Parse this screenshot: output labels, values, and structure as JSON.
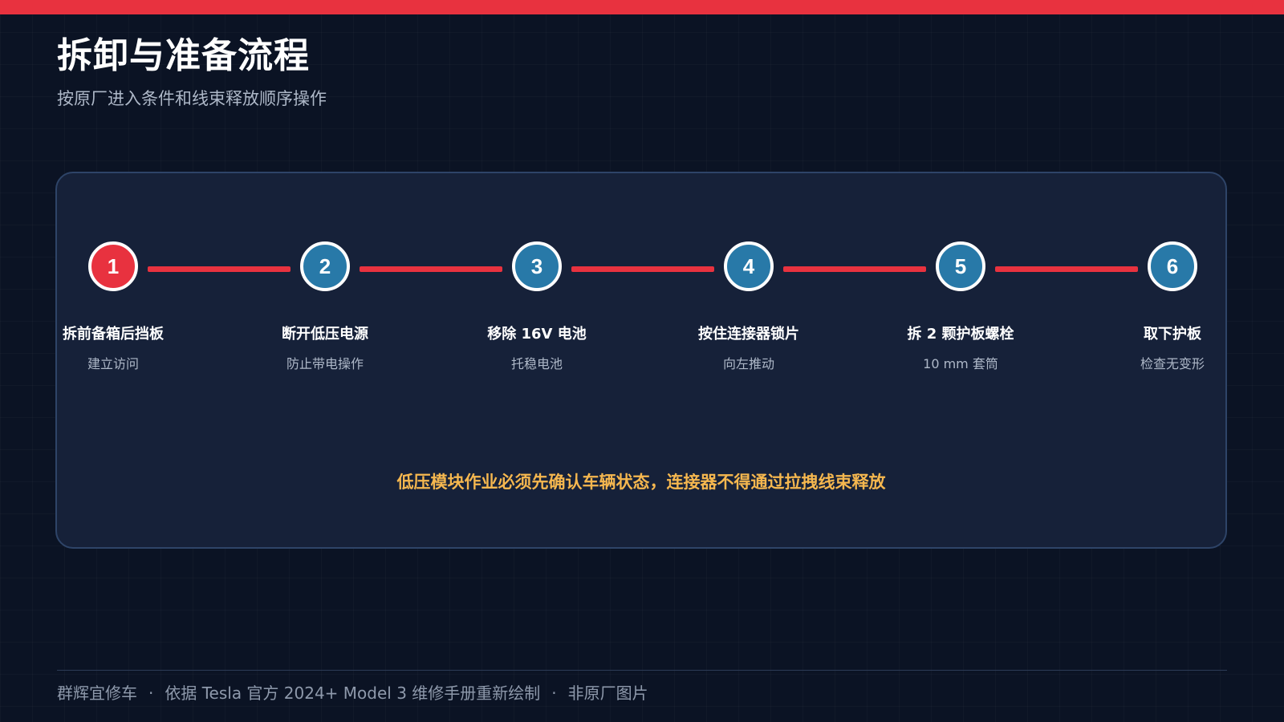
{
  "colors": {
    "accent": "#e8323f",
    "step_blue": "#2879a8",
    "warning": "#f5b74f"
  },
  "header": {
    "title": "拆卸与准备流程",
    "subtitle": "按原厂进入条件和线束释放顺序操作"
  },
  "steps": [
    {
      "number": "1",
      "title": "拆前备箱后挡板",
      "desc": "建立访问",
      "active": true
    },
    {
      "number": "2",
      "title": "断开低压电源",
      "desc": "防止带电操作",
      "active": false
    },
    {
      "number": "3",
      "title": "移除 16V 电池",
      "desc": "托稳电池",
      "active": false
    },
    {
      "number": "4",
      "title": "按住连接器锁片",
      "desc": "向左推动",
      "active": false
    },
    {
      "number": "5",
      "title": "拆 2 颗护板螺栓",
      "desc": "10 mm 套筒",
      "active": false
    },
    {
      "number": "6",
      "title": "取下护板",
      "desc": "检查无变形",
      "active": false
    }
  ],
  "warning": "低压模块作业必须先确认车辆状态，连接器不得通过拉拽线束释放",
  "footer": {
    "source": "群辉宜修车",
    "note": "依据 Tesla 官方 2024+ Model 3 维修手册重新绘制",
    "disclaimer": "非原厂图片",
    "separator": "·"
  }
}
